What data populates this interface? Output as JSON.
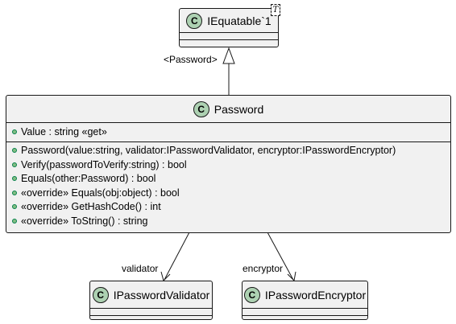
{
  "classes": {
    "iequatable": {
      "badge": "C",
      "name": "IEquatable`1",
      "type_param": "T"
    },
    "password": {
      "badge": "C",
      "name": "Password",
      "fields": [
        "Value : string «get»"
      ],
      "methods": [
        "Password(value:string, validator:IPasswordValidator, encryptor:IPasswordEncryptor)",
        "Verify(passwordToVerify:string) : bool",
        "Equals(other:Password) : bool",
        "«override» Equals(obj:object) : bool",
        "«override» GetHashCode() : int",
        "«override» ToString() : string"
      ]
    },
    "validator": {
      "badge": "C",
      "name": "IPasswordValidator"
    },
    "encryptor": {
      "badge": "C",
      "name": "IPasswordEncryptor"
    }
  },
  "edges": {
    "generalization_label": "<Password>",
    "validator_label": "validator",
    "encryptor_label": "encryptor"
  },
  "colors": {
    "class_fill": "#f1f1f1",
    "badge_fill": "#add1b2",
    "border": "#181818",
    "visibility_public": "#84be84"
  }
}
